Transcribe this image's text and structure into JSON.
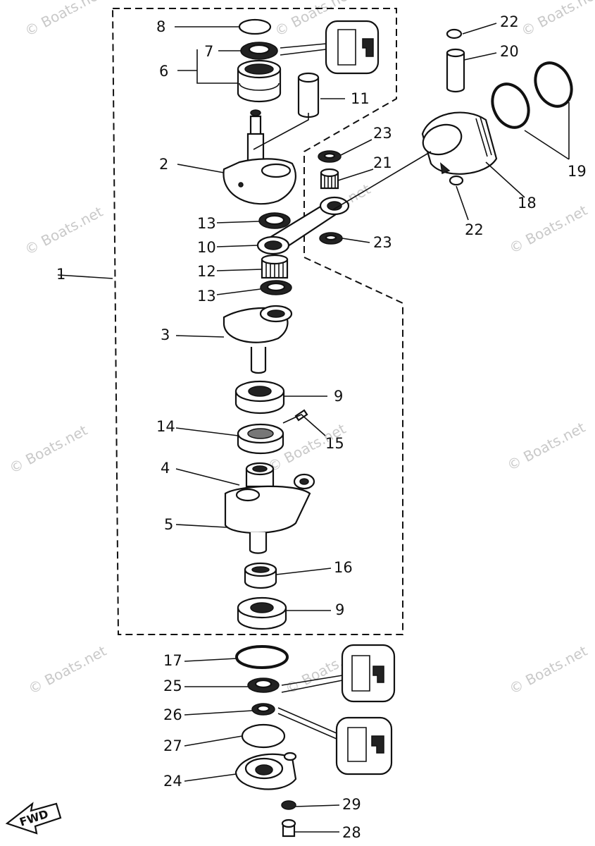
{
  "diagram": {
    "callouts": [
      {
        "id": "c1",
        "text": "1"
      },
      {
        "id": "c2",
        "text": "2"
      },
      {
        "id": "c3",
        "text": "3"
      },
      {
        "id": "c4",
        "text": "4"
      },
      {
        "id": "c5",
        "text": "5"
      },
      {
        "id": "c6",
        "text": "6"
      },
      {
        "id": "c7",
        "text": "7"
      },
      {
        "id": "c8",
        "text": "8"
      },
      {
        "id": "c9a",
        "text": "9"
      },
      {
        "id": "c9b",
        "text": "9"
      },
      {
        "id": "c10",
        "text": "10"
      },
      {
        "id": "c11",
        "text": "11"
      },
      {
        "id": "c12",
        "text": "12"
      },
      {
        "id": "c13a",
        "text": "13"
      },
      {
        "id": "c13b",
        "text": "13"
      },
      {
        "id": "c14",
        "text": "14"
      },
      {
        "id": "c15",
        "text": "15"
      },
      {
        "id": "c16",
        "text": "16"
      },
      {
        "id": "c17",
        "text": "17"
      },
      {
        "id": "c18",
        "text": "18"
      },
      {
        "id": "c19",
        "text": "19"
      },
      {
        "id": "c20",
        "text": "20"
      },
      {
        "id": "c21",
        "text": "21"
      },
      {
        "id": "c22a",
        "text": "22"
      },
      {
        "id": "c22b",
        "text": "22"
      },
      {
        "id": "c23a",
        "text": "23"
      },
      {
        "id": "c23b",
        "text": "23"
      },
      {
        "id": "c24",
        "text": "24"
      },
      {
        "id": "c25",
        "text": "25"
      },
      {
        "id": "c26",
        "text": "26"
      },
      {
        "id": "c27",
        "text": "27"
      },
      {
        "id": "c28",
        "text": "28"
      },
      {
        "id": "c29",
        "text": "29"
      }
    ],
    "fwd_label": "FWD",
    "watermark": "© Boats.net",
    "colors": {
      "ink": "#111111",
      "watermark": "#c9c9c9",
      "background": "#ffffff"
    }
  }
}
